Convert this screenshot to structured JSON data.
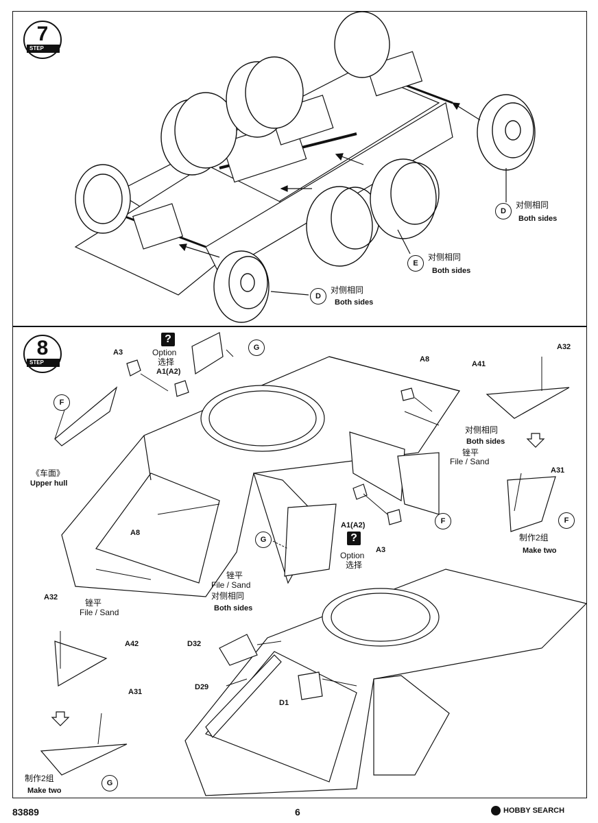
{
  "step7": {
    "step_number": "7",
    "step_word": "STEP",
    "callouts": [
      {
        "part": "D",
        "cn": "对侧相同",
        "en": "Both sides"
      },
      {
        "part": "E",
        "cn": "对侧相同",
        "en": "Both sides"
      },
      {
        "part": "D",
        "cn": "对侧相同",
        "en": "Both sides"
      }
    ]
  },
  "step8": {
    "step_number": "8",
    "step_word": "STEP",
    "option_icon": "?",
    "option_en": "Option",
    "option_cn": "选择",
    "parts": {
      "A3": "A3",
      "A1A2": "A1(A2)",
      "G": "G",
      "F": "F",
      "A8": "A8",
      "A41": "A41",
      "A32": "A32",
      "A31": "A31",
      "A42": "A42",
      "D32": "D32",
      "D29": "D29",
      "D1": "D1"
    },
    "upper_hull_cn": "《车面》",
    "upper_hull_en": "Upper hull",
    "both_sides_cn": "对侧相同",
    "both_sides_en": "Both sides",
    "file_sand_cn": "锉平",
    "file_sand_en": "File / Sand",
    "make_two_cn": "制作2组",
    "make_two_en": "Make two"
  },
  "footer": {
    "code": "83889",
    "page": "6",
    "watermark": "HOBBY SEARCH"
  }
}
